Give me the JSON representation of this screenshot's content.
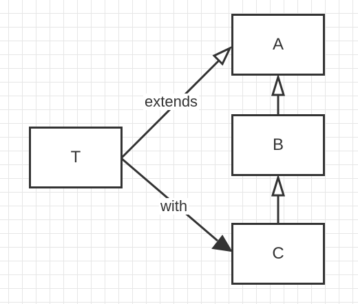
{
  "nodes": {
    "t": {
      "label": "T"
    },
    "a": {
      "label": "A"
    },
    "b": {
      "label": "B"
    },
    "c": {
      "label": "C"
    }
  },
  "edges": {
    "t_to_a": {
      "label": "extends"
    },
    "t_to_c": {
      "label": "with"
    }
  },
  "colors": {
    "stroke": "#333333",
    "grid": "#e6e6e6",
    "background": "#ffffff"
  }
}
